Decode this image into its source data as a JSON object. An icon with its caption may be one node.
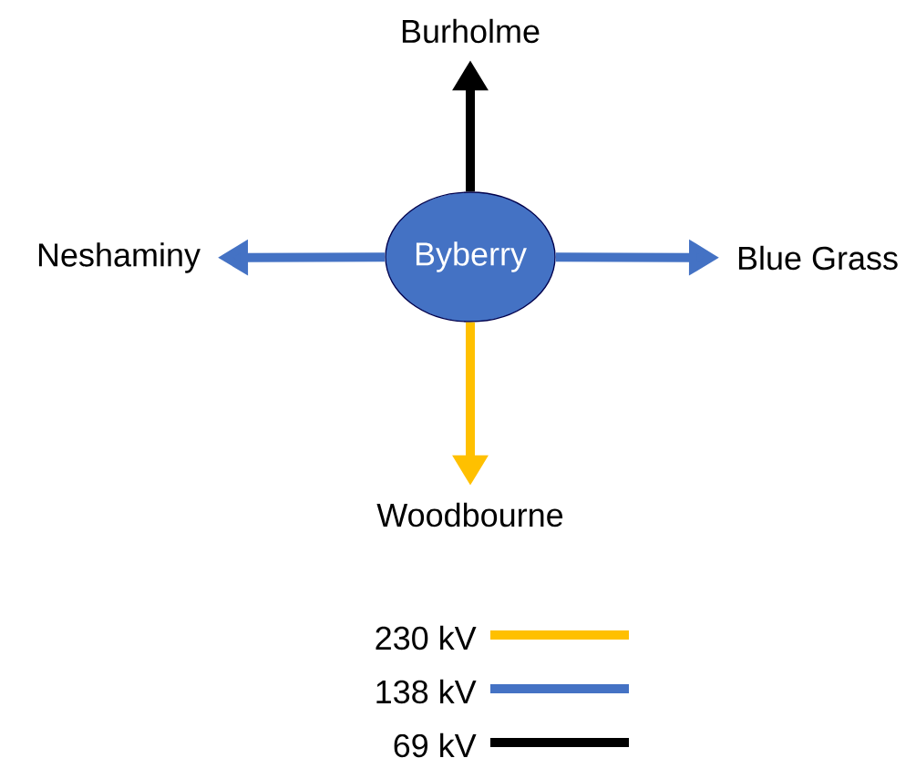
{
  "diagram": {
    "nodes": [
      {
        "text": [
          "Byberry"
        ]
      },
      {
        "text": [
          "Burholme"
        ]
      },
      {
        "text": [
          "Neshaminy"
        ]
      },
      {
        "text": [
          "Blue Grass"
        ]
      },
      {
        "text": [
          "Woodbourne"
        ]
      }
    ],
    "edges": [
      {
        "from": 0,
        "to": 1,
        "arrow": "to",
        "color": "#000000"
      },
      {
        "from": 0,
        "to": 2,
        "arrow": "to"
      },
      {
        "from": 0,
        "to": 3,
        "arrow": "to"
      },
      {
        "from": 0,
        "to": 4,
        "arrow": "to",
        "color": "#ffc000"
      }
    ],
    "legend": [
      {
        "text": "230 kV",
        "color": "#ffc000"
      },
      {
        "text": "138 kV",
        "color": "#4472c4"
      },
      {
        "text": "69 kV",
        "color": "#000000"
      }
    ]
  }
}
